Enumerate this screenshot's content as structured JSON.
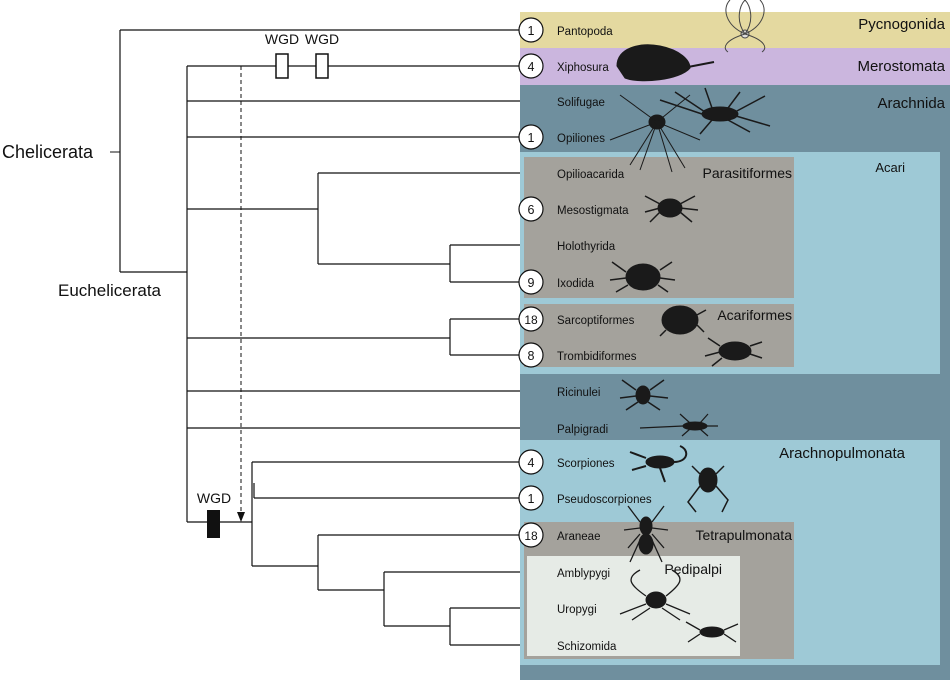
{
  "taxa": [
    {
      "name": "Pantopoda",
      "count": "1"
    },
    {
      "name": "Xiphosura",
      "count": "4"
    },
    {
      "name": "Solifugae",
      "count": ""
    },
    {
      "name": "Opiliones",
      "count": "1"
    },
    {
      "name": "Opilioacarida",
      "count": ""
    },
    {
      "name": "Mesostigmata",
      "count": "6"
    },
    {
      "name": "Holothyrida",
      "count": ""
    },
    {
      "name": "Ixodida",
      "count": "9"
    },
    {
      "name": "Sarcoptiformes",
      "count": "18"
    },
    {
      "name": "Trombidiformes",
      "count": "8"
    },
    {
      "name": "Ricinulei",
      "count": ""
    },
    {
      "name": "Palpigradi",
      "count": ""
    },
    {
      "name": "Scorpiones",
      "count": "4"
    },
    {
      "name": "Pseudoscorpiones",
      "count": "1"
    },
    {
      "name": "Araneae",
      "count": "18"
    },
    {
      "name": "Amblypygi",
      "count": ""
    },
    {
      "name": "Uropygi",
      "count": ""
    },
    {
      "name": "Schizomida",
      "count": ""
    }
  ],
  "groups": {
    "pycnogonida": "Pycnogonida",
    "merostomata": "Merostomata",
    "arachnida": "Arachnida",
    "acari": "Acari",
    "parasitiformes": "Parasitiformes",
    "acariformes": "Acariformes",
    "arachnopulmonata": "Arachnopulmonata",
    "tetrapulmonata": "Tetrapulmonata",
    "pedipalpi": "Pedipalpi"
  },
  "nodes": {
    "chelicerata": "Chelicerata",
    "euchelicerata": "Euchelicerata"
  },
  "wgd": {
    "label": "WGD"
  },
  "colors": {
    "pycnogonida": "#e4d9a0",
    "merostomata": "#cbb6de",
    "arachnida": "#6f8f9e",
    "acari": "#9ec9d6",
    "parasitiformes": "#a4a29c",
    "arachnopulmonata": "#9ec9d6",
    "tetrapulmonata": "#a4a29c",
    "pedipalpi": "#e6ebe6"
  }
}
